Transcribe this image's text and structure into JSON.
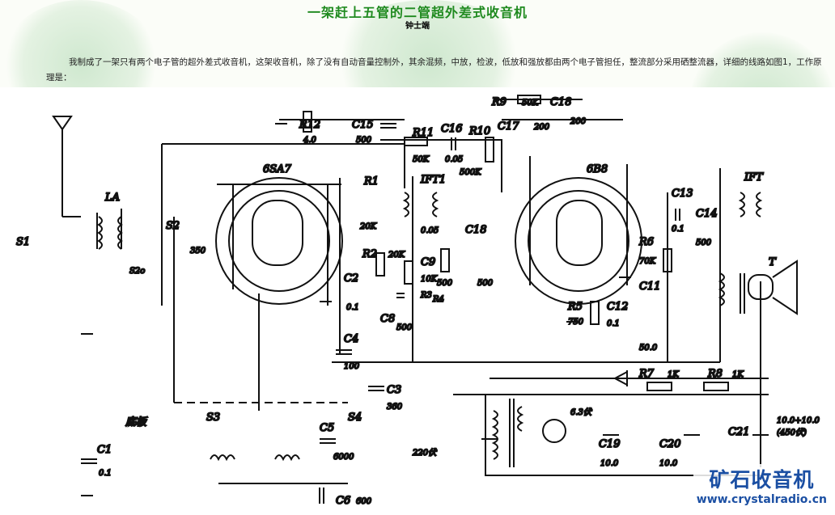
{
  "article": {
    "title": "一架赶上五管的二管超外差式收音机",
    "author": "钟士端",
    "paragraph": "我制成了一架只有两个电子管的超外差式收音机，这架收音机，除了没有自动音量控制外，其余混频，中放，检波，低放和强放都由两个电子管担任，整流部分采用硒整流器，详细的线路如图1，工作原理是："
  },
  "schematic": {
    "tube1": "6SA7",
    "tube2": "6B8",
    "labels": {
      "LA": "LA",
      "S1": "S1",
      "S2": "S2",
      "S20": "S2o",
      "S3": "S3",
      "S4": "S4",
      "R1": "R1",
      "R1v": "20K",
      "R2": "R2",
      "R2v": "20K",
      "R12": "R12",
      "R12v": "4.0",
      "C15": "C15",
      "C15v": "500",
      "R11": "R11",
      "R11v": "50K",
      "C16": "C16",
      "C16v": "0.05",
      "R10": "R10",
      "R10v": "500K",
      "R9": "R9",
      "R9v": "50K",
      "C17": "C17",
      "C17v": "200",
      "C18a": "C18",
      "C18av": "200",
      "IFT1": "IFT1",
      "IFT": "IFT",
      "C18": "C18",
      "C18v": "500",
      "C9": "C9",
      "C9v": "0.05",
      "R3": "R3",
      "R3v": "10K",
      "R4": "R4",
      "R4v": "500",
      "C2": "C2",
      "C2v": "0.1",
      "C8": "C8",
      "C8v": "500",
      "C4": "C4",
      "C4v": "100",
      "C3": "C3",
      "C3v": "360",
      "C5": "C5",
      "C5v": "6000",
      "C6": "C6",
      "C6v": "600",
      "C1": "C1",
      "C1v": "0.1",
      "chassis": "底板",
      "C13": "C13",
      "C13v": "0.1",
      "C14": "C14",
      "C14v": "500",
      "R6": "R6",
      "R6v": "70K",
      "R5": "R5",
      "R5v": "750",
      "C12": "C12",
      "C12v": "0.1",
      "C11": "C11",
      "C11v": "50.0",
      "T": "T",
      "R7": "R7",
      "R7v": "1K",
      "R8": "R8",
      "R8v": "1K",
      "C19": "C19",
      "C19v": "10.0",
      "C20": "C20",
      "C20v": "10.0",
      "C21": "C21",
      "C21v": "10.0+10.0",
      "C21w": "(450伏)",
      "heater": "6.3伏",
      "mains": "220伏",
      "S2cap": "350"
    }
  },
  "watermark": {
    "name": "矿石收音机",
    "url": "www.crystalradio.cn"
  },
  "colors": {
    "title": "#1f8a1f",
    "logo": "#1b4fa3"
  }
}
